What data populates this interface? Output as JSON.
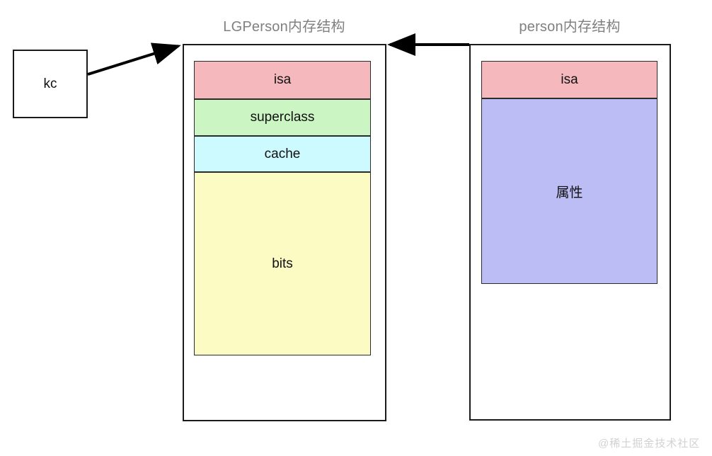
{
  "diagram": {
    "titles": {
      "left": "LGPerson内存结构",
      "right": "person内存结构"
    },
    "pointer_box": {
      "label": "kc"
    },
    "lgperson_struct": {
      "blocks": [
        {
          "label": "isa",
          "color": "#f4b8bd"
        },
        {
          "label": "superclass",
          "color": "#ccf5c4"
        },
        {
          "label": "cache",
          "color": "#ccfaff"
        },
        {
          "label": "bits",
          "color": "#fdfbc4"
        }
      ]
    },
    "person_struct": {
      "blocks": [
        {
          "label": "isa",
          "color": "#f4b8bd"
        },
        {
          "label": "属性",
          "color": "#bdbdf5"
        }
      ]
    },
    "arrows": [
      {
        "name": "kc-to-lgperson",
        "from": "kc-box",
        "to": "lgperson-box"
      },
      {
        "name": "person-to-lgperson",
        "from": "person-box",
        "to": "lgperson-box"
      }
    ],
    "watermark": "@稀土掘金技术社区",
    "colors": {
      "stroke": "#1a1a1a",
      "title_text": "#808080",
      "watermark_text": "#d2d2d2",
      "background": "#ffffff"
    }
  }
}
